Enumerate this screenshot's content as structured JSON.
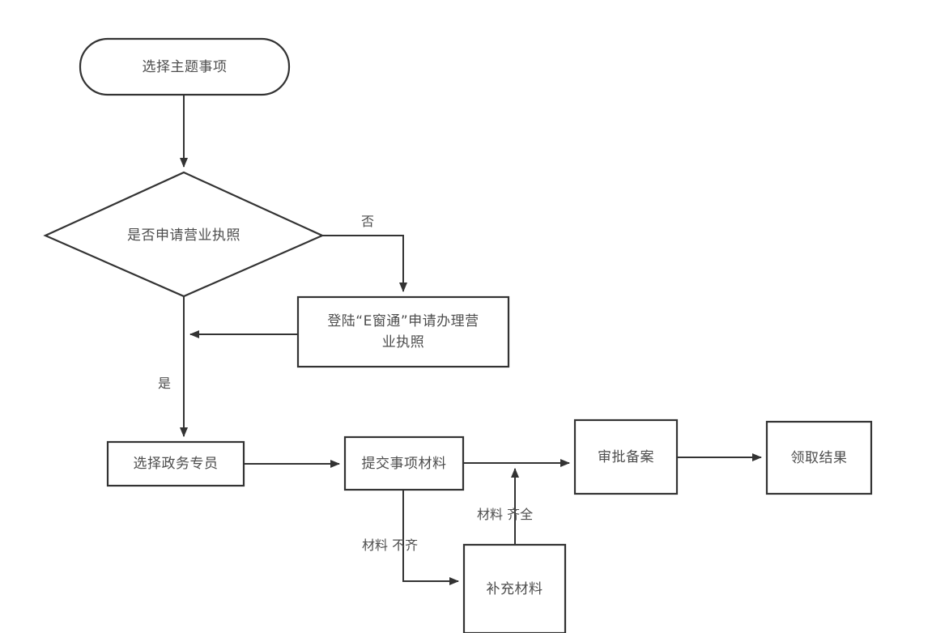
{
  "diagram": {
    "type": "flowchart",
    "background_color": "#ffffff",
    "stroke_color": "#333333",
    "text_color": "#4d4d4d",
    "nodes": [
      {
        "id": "start",
        "shape": "rounded-terminator",
        "label": "选择主题事项"
      },
      {
        "id": "decision",
        "shape": "diamond",
        "label": "是否申请营业执照"
      },
      {
        "id": "ecwt",
        "shape": "rectangle",
        "label": "登陆“E窗通”申请办理营\n业执照"
      },
      {
        "id": "staff",
        "shape": "rectangle",
        "label": "选择政务专员"
      },
      {
        "id": "submit",
        "shape": "rectangle",
        "label": "提交事项材料"
      },
      {
        "id": "approve",
        "shape": "rectangle",
        "label": "审批备案"
      },
      {
        "id": "result",
        "shape": "rectangle",
        "label": "领取结果"
      },
      {
        "id": "supplement",
        "shape": "rectangle",
        "label": "补充材料"
      }
    ],
    "edges": [
      {
        "id": "start-to-decision",
        "from": "start",
        "to": "decision",
        "label": ""
      },
      {
        "id": "decision-no",
        "from": "decision",
        "to": "ecwt",
        "label": "否"
      },
      {
        "id": "ecwt-back",
        "from": "ecwt",
        "to": "staff",
        "label": ""
      },
      {
        "id": "decision-yes",
        "from": "decision",
        "to": "staff",
        "label": "是"
      },
      {
        "id": "staff-to-submit",
        "from": "staff",
        "to": "submit",
        "label": ""
      },
      {
        "id": "submit-to-approve",
        "from": "submit",
        "to": "approve",
        "label": ""
      },
      {
        "id": "approve-to-result",
        "from": "approve",
        "to": "result",
        "label": ""
      },
      {
        "id": "submit-to-supplement",
        "from": "submit",
        "to": "supplement",
        "label": "材料 不齐"
      },
      {
        "id": "supplement-to-approve",
        "from": "supplement",
        "to": "approve",
        "label": "材料 齐全"
      }
    ]
  }
}
